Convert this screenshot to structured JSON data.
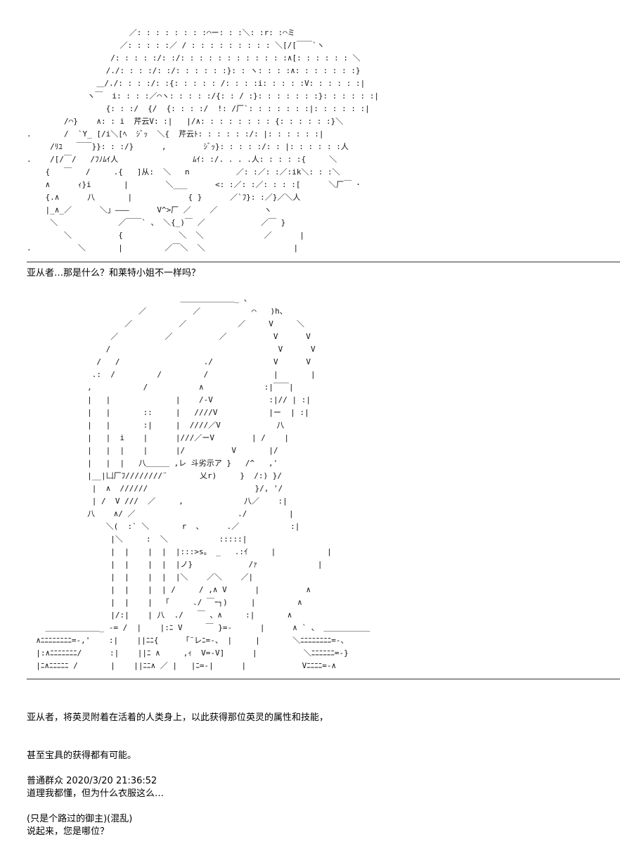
{
  "art_top": [
    "                      ／: : : : : : : :⌒ー: : :＼: :r: :⌒ミ",
    "                    ／: : : : :／ / : : : : : : : : : ＼[/[￣￣`ヽ",
    "                  /: : : : :/: :/: : : : : : : : : : : :∧[: : : : : : ＼",
    "                 /./: : : :/: :/: : : : : :}: : ヽ: : : :∧: : : : : : :}",
    "               ＿/./: : : :/: :{: : : : : /: : : :i: : : : :V: : : : : :|",
    "             ヽ￣  i: : : :／⌒ヽ: : : : :/{: : / :}: : : : : : :}: : : : : :|",
    "                 {: : :/  {/  {: : : :/  !: /厂`: : : : : : :|: : : : : :|",
    "        /⌒}    ∧: : i  芹云V: :|   |/∧: : : : : : : : {: : : : : :}＼",
    ".       /  `Y_ [/i＼[ﾍ  ｼﾞｯ  ＼{  芹云ﾄ: : : : : :/: |: : : : : :|",
    "     /ﾘﾕ   ￣￣}}: : :/}      ,        ｼﾞｯ}: : : : :/: : |: : : : : :人",
    ".    /[/￣/   /ﾌﾉﾑｲ人                ﾑｲ: :/. . . .人: : : : :{     ＼",
    "    {   ￣   /     .{   ]从:  ＼   n          ／: :／: :／:ik＼: : :＼",
    "    ∧      ｨ}i       |        ＼___      <: :／: :／: : : :[      ＼厂￣ ･",
    "    {.∧      八       |            { }      ／`ﾌ}: :／}／＼人",
    "    |_∧_／      ＼」———      V^>厂 ／    ／          ヽ",
    "     ＼             ／￣￣` 、 ＼{_)￣ ／            ／￣ }",
    "        ＼          {            ＼  ＼             ／      |",
    ".          ＼       |         ／￣＼  ＼                   |"
  ],
  "caption_1": "亚从者…那是什么？和莱特小姐不一样吗？",
  "art_bottom": [
    "                                 ＿＿＿＿＿＿＿_ 、",
    "                        ／          ／           ⌒   )h、",
    "                     ／          ／           ／     V     ＼",
    "                  ／          ／          ／          V      V",
    "                 /                                    V      V",
    "               /   /                  ./             V      V",
    "              .:  /         /         /              |       |",
    "             ,           /           ∧             :|￣￣|",
    "             |   |              |    /-V            :|// | :|",
    "             |   |       ::     |   ////V           |ー  | :|",
    "             |   |       :|     |  ////／V            八",
    "             |   |  i    |      |///／ーV        | /    |",
    "             |   |  |    |      |/          V       |/",
    "             |   |  |   八＿＿＿ ,レ 斗劣示ア }   /^   ,'",
    "             |__|凵厂ﾌ////////¨       乂r)     }  /:) }/",
    "              |  ∧  //////                       }/, '/",
    "              | /  V ///  ／     ,             八／    :|",
    "             八    ∧/ ／                      ./         |",
    "                 ＼(  :` ＼       r  、     .／           :|",
    "                  |＼     :  ＼           :::::|",
    "                  |  |    |  |  |:::>s。 _   .:ｲ     |           |",
    "                  |  |    |  |  |ノ}            /ｧ             |",
    "                  |  |    |  |  |＼    ／＼    ／|",
    "                  |  |    |  | /     / ,∧ V      |          ∧",
    "                  |  |    |  「     ./ ￣ｰ┐)     |         ∧",
    "                  |/:|    | 八  ./   ￣ 、∧     :|       ∧",
    "    ＿＿＿＿＿＿＿_ -= /  |    |:ﾆ V     ￣ }=-      |      ∧ ` 、 ＿＿＿＿＿＿",
    "  ∧ﾆﾆﾆﾆﾆﾆﾆﾆ=-,'    :|    ||ﾆﾆ{     「¨レﾆ=-、 |     |       ＼ﾆﾆﾆﾆﾆﾆﾆﾆ=-、",
    "  |:∧ﾆﾆﾆﾆﾆﾆﾆ/      :|    ||ﾆ ∧     ,ｨ  V=-V]      |          ＼ﾆﾆﾆﾆﾆﾆ=-}",
    "  |ﾆ∧ﾆﾆﾆﾆﾆ /       |    ||ﾆﾆ∧ ／ |   |ﾆ=-|      |            Vﾆﾆﾆﾆ=-∧"
  ],
  "body_lines": [
    "亚从者，将英灵附着在活着的人类身上，以此获得那位英灵的属性和技能，",
    "甚至宝具的获得都有可能。",
    "道理我都懂，但为什么衣服这么…",
    "说起来，您是哪位？"
  ],
  "signature": {
    "name": "普通群众",
    "timestamp": "2020/3/20 21:36:52",
    "note": "(只是个路过的御主)(混乱)"
  }
}
